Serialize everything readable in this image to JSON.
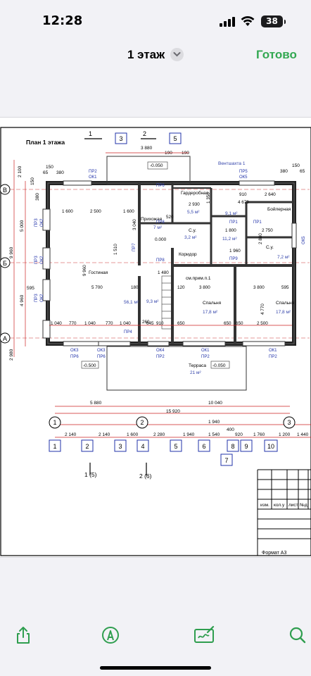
{
  "status_bar": {
    "time": "12:28",
    "battery": "38"
  },
  "nav": {
    "title": "1 этаж",
    "done_label": "Готово"
  },
  "plan": {
    "title": "План 1 этажа",
    "rooms": [
      {
        "name": "Гардеробная",
        "area": "5,5 м²"
      },
      {
        "name": "Прихожая",
        "area": "7 м²"
      },
      {
        "name": "С.у.",
        "area": "3,2 м²"
      },
      {
        "name": "Коридор",
        "area": "11,2 м²"
      },
      {
        "name": "Гостиная",
        "area": "56,1 м²"
      },
      {
        "name": "Спальня",
        "area": "17,8 м²"
      },
      {
        "name": "Спальня",
        "area": "17,8 м²"
      },
      {
        "name": "Бойлерная",
        "area": "9,1 м²"
      },
      {
        "name": "С.у.",
        "area": "7,2 м²"
      },
      {
        "name": "Терраса",
        "area": "21 м²"
      }
    ],
    "labels": {
      "ventshaft": "Вентшахта 1",
      "stair_note": "см.прим.п.1",
      "hall_area": "9,3 м²",
      "level_minus": "-0.050",
      "level_terrace": "-0.500",
      "level_terrace_r": "-0.050",
      "level_zero": "0.000",
      "format": "Формат А3"
    },
    "top_dims": [
      "3 880",
      "190",
      "190",
      "380",
      "65",
      "150",
      "380",
      "65",
      "150"
    ],
    "left_dims": [
      "2 100",
      "5 000",
      "9 960",
      "4 960",
      "2 980",
      "595",
      "380",
      "150"
    ],
    "inner_dims": [
      "1 600",
      "2 500",
      "1 600",
      "520",
      "2 930",
      "1 350",
      "910",
      "4 670",
      "2 640",
      "5 700",
      "180",
      "3 800",
      "120",
      "3 800",
      "595",
      "1 510",
      "3 040",
      "1 960",
      "1 480",
      "1 800",
      "2 750",
      "2 880",
      "4 770",
      "9 960"
    ],
    "bottom_row1": [
      "1 040",
      "770",
      "1 040",
      "770",
      "1 040",
      "260",
      "645",
      "910",
      "650",
      "650",
      "650",
      "2 500"
    ],
    "bottom_dims_a": [
      "5 880",
      "10 040"
    ],
    "bottom_total": "15 920",
    "bottom_dims_b": [
      "1 940",
      "400"
    ],
    "bottom_dims_c": [
      "2 140",
      "2 140",
      "1 600",
      "2 280",
      "1 940",
      "1 540",
      "920",
      "1 760",
      "1 200",
      "1 440"
    ],
    "grid_top": [
      "3",
      "5"
    ],
    "grid_top_axis": [
      "1",
      "2"
    ],
    "grid_left": [
      "В",
      "Б",
      "А"
    ],
    "grid_bottom": [
      "1",
      "2",
      "3"
    ],
    "grid_bottom2": [
      "1",
      "2",
      "3",
      "4",
      "5",
      "6",
      "8",
      "9",
      "10"
    ],
    "grid_extra": "7",
    "section_marks": [
      "1 (5)",
      "2 (6)"
    ],
    "openings": [
      "ПР2",
      "ОК1",
      "ПР5",
      "ОК5",
      "ПР6",
      "ПР7",
      "ПР8",
      "ПР9",
      "ПР3",
      "ОК2",
      "ПР3",
      "ОК2",
      "ПР3",
      "ОК2",
      "ОК3",
      "ПР6",
      "ОК3",
      "ПР6",
      "ОК4",
      "ПР2",
      "ОК1",
      "ПР2",
      "ОК1",
      "ПР2",
      "ОК5",
      "ПР4",
      "ПР8",
      "ПР1",
      "ПР1"
    ],
    "stamp": [
      "изм.",
      "кол.у",
      "лист",
      "№д"
    ]
  }
}
